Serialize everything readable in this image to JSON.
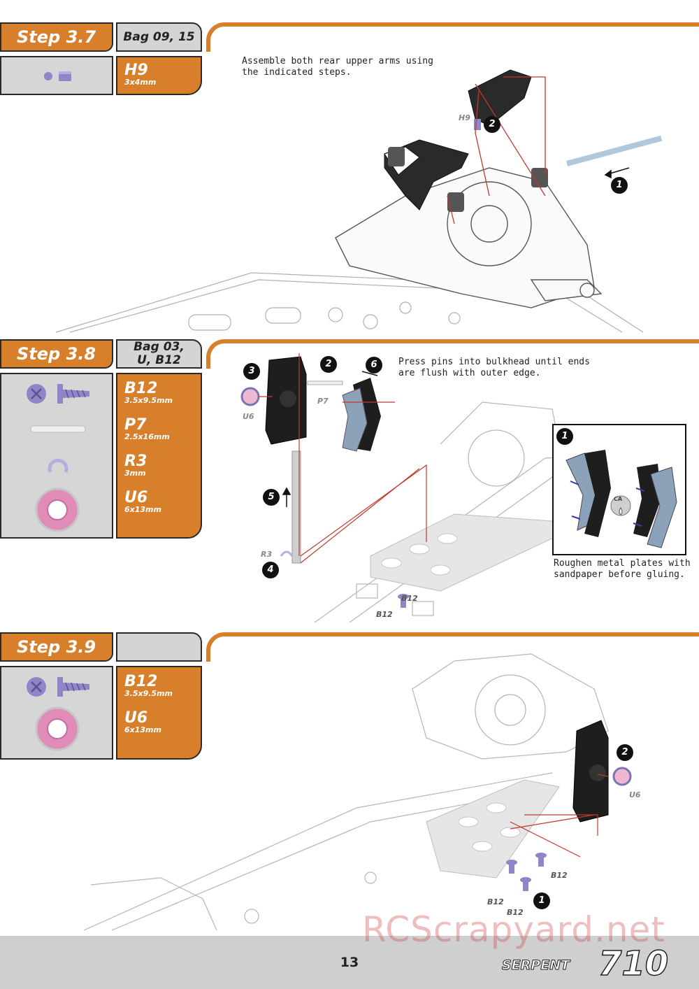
{
  "colors": {
    "accent": "#d77f2a",
    "panel": "#d6d6d6",
    "callout": "#111111",
    "fastener": "#8f86c8",
    "bearing": "#e08bb8"
  },
  "steps": [
    {
      "title": "Step 3.7",
      "bag": "Bag 09, 15",
      "parts": [
        {
          "code": "H9",
          "size": "3x4mm",
          "icon": "set-screw-icon"
        }
      ],
      "instruction": [
        "Assemble both rear upper arms using",
        "the indicated steps."
      ],
      "callouts": [
        "1",
        "2"
      ],
      "labels": [
        "H9"
      ]
    },
    {
      "title": "Step 3.8",
      "bag_line1": "Bag 03,",
      "bag_line2": "U, B12",
      "parts": [
        {
          "code": "B12",
          "size": "3.5x9.5mm",
          "icon": "flat-head-screw-icon"
        },
        {
          "code": "P7",
          "size": "2.5x16mm",
          "icon": "pin-icon"
        },
        {
          "code": "R3",
          "size": "3mm",
          "icon": "e-clip-icon"
        },
        {
          "code": "U6",
          "size": "6x13mm",
          "icon": "ball-bearing-icon"
        }
      ],
      "instruction": [
        "Press pins into bulkhead until ends",
        "are flush with outer edge."
      ],
      "callouts": [
        "1",
        "2",
        "3",
        "4",
        "5",
        "6"
      ],
      "labels": {
        "u6": "U6",
        "p7": "P7",
        "r3": "R3",
        "b12a": "B12",
        "b12b": "B12"
      },
      "inset": {
        "callout": "1",
        "badge": "CA",
        "caption": [
          "Roughen metal plates with",
          "sandpaper before gluing."
        ]
      }
    },
    {
      "title": "Step 3.9",
      "bag": "",
      "parts": [
        {
          "code": "B12",
          "size": "3.5x9.5mm",
          "icon": "flat-head-screw-icon"
        },
        {
          "code": "U6",
          "size": "6x13mm",
          "icon": "ball-bearing-icon"
        }
      ],
      "callouts": [
        "1",
        "2"
      ],
      "labels": {
        "u6": "U6",
        "b12a": "B12",
        "b12b": "B12",
        "b12c": "B12"
      }
    }
  ],
  "footer": {
    "page": "13",
    "brand_name": "SERPENT",
    "brand_model": "710"
  },
  "watermark": "RCScrapyard.net"
}
